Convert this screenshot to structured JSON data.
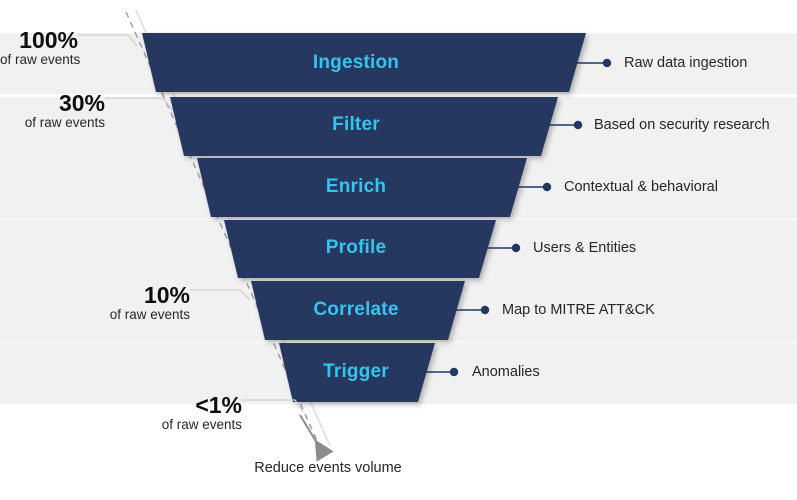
{
  "diagram": {
    "title_caption": "Reduce events volume",
    "colors": {
      "funnel_fill": "#27395F",
      "stage_text": "#35C4EE",
      "band": "#f1f1f1",
      "connector": "#1F3864",
      "leader": "#cfcfcf",
      "arrow": "#8c8c8c",
      "text": "#262626"
    },
    "stages": [
      {
        "name": "Ingestion",
        "description": "Raw data ingestion"
      },
      {
        "name": "Filter",
        "description": "Based on security research"
      },
      {
        "name": "Enrich",
        "description": "Contextual & behavioral"
      },
      {
        "name": "Profile",
        "description": "Users & Entities"
      },
      {
        "name": "Correlate",
        "description": "Map to MITRE ATT&CK"
      },
      {
        "name": "Trigger",
        "description": "Anomalies"
      }
    ],
    "percent_callouts": [
      {
        "value": "100%",
        "sub": "of raw events"
      },
      {
        "value": "30%",
        "sub": "of raw events"
      },
      {
        "value": "10%",
        "sub": "of raw events"
      },
      {
        "value": "<1%",
        "sub": "of raw events"
      }
    ]
  }
}
